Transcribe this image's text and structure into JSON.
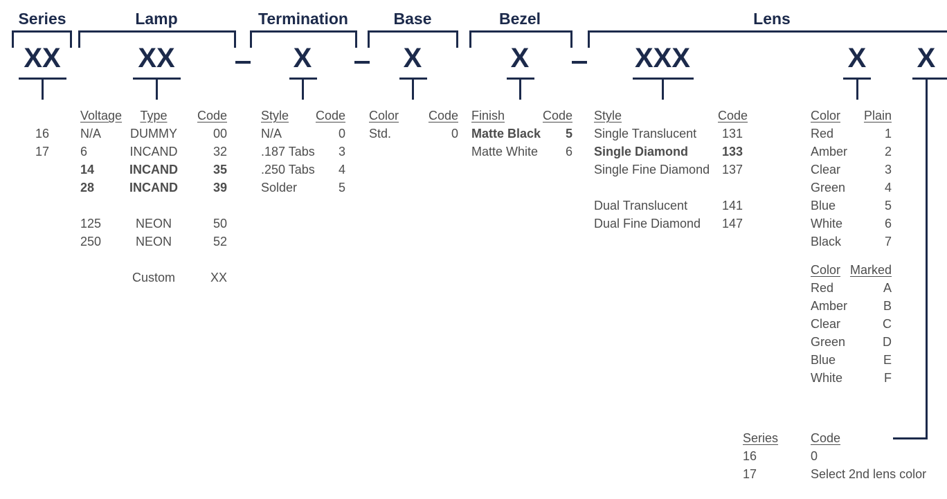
{
  "headers": {
    "series": "Series",
    "lamp": "Lamp",
    "termination": "Termination",
    "base": "Base",
    "bezel": "Bezel",
    "lens": "Lens"
  },
  "placeholders": {
    "series": "XX",
    "lamp": "XX",
    "termination": "X",
    "base": "X",
    "bezel": "X",
    "lens_style": "XXX",
    "lens_color1": "X",
    "lens_color2": "X"
  },
  "series_codes": [
    "16",
    "17"
  ],
  "lamp": {
    "headings": {
      "voltage": "Voltage",
      "type": "Type",
      "code": "Code"
    },
    "rows": [
      {
        "voltage": "N/A",
        "type": "DUMMY",
        "code": "00"
      },
      {
        "voltage": "6",
        "type": "INCAND",
        "code": "32"
      },
      {
        "voltage": "14",
        "type": "INCAND",
        "code": "35"
      },
      {
        "voltage": "28",
        "type": "INCAND",
        "code": "39"
      },
      {
        "voltage": "125",
        "type": "NEON",
        "code": "50"
      },
      {
        "voltage": "250",
        "type": "NEON",
        "code": "52"
      }
    ],
    "custom": {
      "type": "Custom",
      "code": "XX"
    }
  },
  "termination": {
    "headings": {
      "style": "Style",
      "code": "Code"
    },
    "rows": [
      {
        "style": "N/A",
        "code": "0"
      },
      {
        "style": ".187 Tabs",
        "code": "3"
      },
      {
        "style": ".250 Tabs",
        "code": "4"
      },
      {
        "style": "Solder",
        "code": "5"
      }
    ]
  },
  "base": {
    "headings": {
      "color": "Color",
      "code": "Code"
    },
    "rows": [
      {
        "color": "Std.",
        "code": "0"
      }
    ]
  },
  "bezel": {
    "headings": {
      "finish": "Finish",
      "code": "Code"
    },
    "rows": [
      {
        "finish": "Matte Black",
        "code": "5"
      },
      {
        "finish": "Matte White",
        "code": "6"
      }
    ]
  },
  "lens_style": {
    "headings": {
      "style": "Style",
      "code": "Code"
    },
    "rows": [
      {
        "style": "Single Translucent",
        "code": "131"
      },
      {
        "style": "Single Diamond",
        "code": "133"
      },
      {
        "style": "Single Fine Diamond",
        "code": "137"
      },
      {
        "style": "Dual Translucent",
        "code": "141"
      },
      {
        "style": "Dual Fine Diamond",
        "code": "147"
      }
    ]
  },
  "lens_plain": {
    "headings": {
      "color": "Color",
      "code": "Plain"
    },
    "rows": [
      {
        "color": "Red",
        "code": "1"
      },
      {
        "color": "Amber",
        "code": "2"
      },
      {
        "color": "Clear",
        "code": "3"
      },
      {
        "color": "Green",
        "code": "4"
      },
      {
        "color": "Blue",
        "code": "5"
      },
      {
        "color": "White",
        "code": "6"
      },
      {
        "color": "Black",
        "code": "7"
      }
    ]
  },
  "lens_marked": {
    "headings": {
      "color": "Color",
      "code": "Marked"
    },
    "rows": [
      {
        "color": "Red",
        "code": "A"
      },
      {
        "color": "Amber",
        "code": "B"
      },
      {
        "color": "Clear",
        "code": "C"
      },
      {
        "color": "Green",
        "code": "D"
      },
      {
        "color": "Blue",
        "code": "E"
      },
      {
        "color": "White",
        "code": "F"
      }
    ]
  },
  "second_lens": {
    "headings": {
      "series": "Series",
      "code": "Code"
    },
    "rows": [
      {
        "series": "16",
        "code": "0"
      },
      {
        "series": "17",
        "code": "Select 2nd lens color"
      }
    ]
  },
  "colors": {
    "navy": "#1c2a4b",
    "text": "#4d4d4d"
  }
}
